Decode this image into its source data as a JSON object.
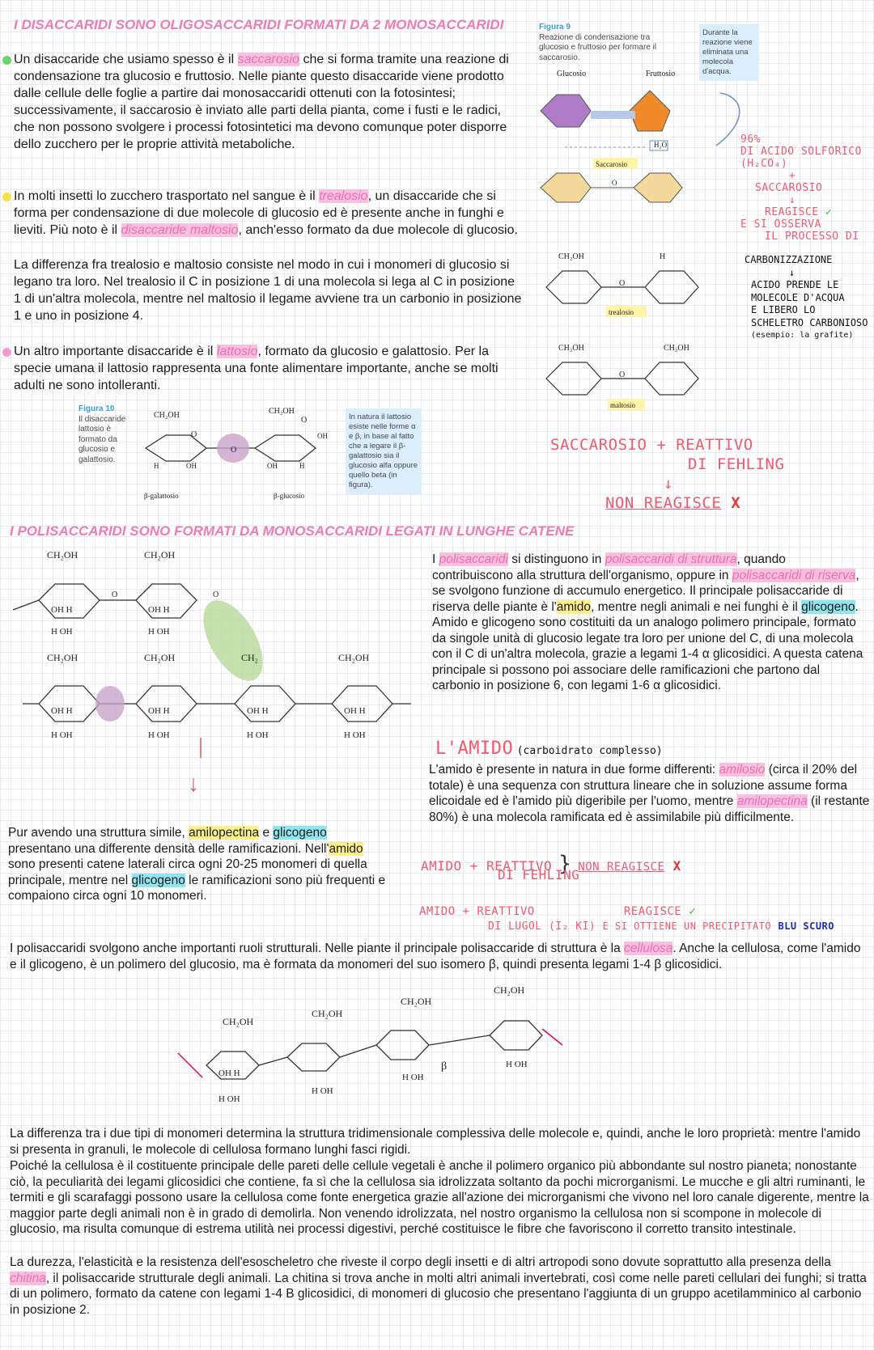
{
  "sec1": {
    "title": "I DISACCARIDI SONO OLIGOSACCARIDI FORMATI DA 2 MONOSACCARIDI",
    "p1": {
      "a": "Un disaccaride che usiamo spesso è il ",
      "t1": "saccarosio",
      "b": " che si forma tramite una reazione di condensazione tra glucosio e fruttosio. Nelle piante questo disaccaride viene prodotto dalle cellule delle foglie a partire dai monosaccaridi ottenuti con la fotosintesi; successivamente, il saccarosio è inviato alle parti della pianta, come i fusti e le radici, che non possono svolgere i processi fotosintetici ma devono comunque poter disporre dello zucchero per le proprie attività metaboliche."
    },
    "p2": {
      "a": "In molti insetti lo zucchero trasportato nel sangue è il ",
      "t1": "trealosio",
      "b": ", un disaccaride che si forma per condensazione di due molecole di glucosio ed è presente anche in funghi e lieviti. Più noto è il ",
      "t2": "disaccaride maltosio",
      "c": ", anch'esso formato da due molecole di glucosio."
    },
    "p3": "La differenza fra trealosio e maltosio consiste nel modo in cui i monomeri di glucosio si legano tra loro. Nel trealosio il C in posizione 1 di una molecola si lega al C in posizione 1 di un'altra molecola, mentre nel maltosio il legame avviene tra un carbonio in posizione 1 e uno in posizione 4.",
    "p4": {
      "a": "Un altro importante disaccaride è il ",
      "t1": "lattosio",
      "b": ", formato da glucosio e galattosio. Per la specie umana il lattosio rappresenta una fonte alimentare importante, anche se molti adulti ne sono intolleranti."
    }
  },
  "fig9": {
    "label": "Figura 9",
    "caption": "Reazione di condensazione tra glucosio e fruttosio per formare il saccarosio.",
    "glucosio": "Glucosio",
    "fruttosio": "Fruttosio",
    "saccarosio": "Saccarosio",
    "water": "H₂O",
    "note": "Durante la reazione viene eliminata una molecola d'acqua."
  },
  "fig10": {
    "label": "Figura 10",
    "caption": "Il disaccaride lattosio è formato da glucosio e galattosio.",
    "galattosio": "β-galattosio",
    "glucosio": "β-glucosio",
    "note": "In natura il lattosio esiste nelle forme α e β, in base al fatto che a legare il β-galattosio sia il glucosio alfa oppure quello beta (in figura)."
  },
  "labels": {
    "trealosio": "trealosio",
    "maltosio": "maltosio"
  },
  "hand1": {
    "l1": "96%",
    "l2": "DI ACIDO SOLFORICO",
    "l3": "(H₂CO₄)",
    "l4": "+",
    "l5": "SACCAROSIO",
    "l6": "↓",
    "l7": "REAGISCE",
    "check": "✓",
    "l8": "E SI OSSERVA",
    "l9": "IL PROCESSO DI",
    "l10": "CARBONIZZAZIONE",
    "l11": "↓",
    "l12": "ACIDO PRENDE LE",
    "l13": "MOLECOLE D'ACQUA",
    "l14": "E LIBERO LO",
    "l15": "SCHELETRO CARBONIOSO",
    "l16": "(esempio: la grafite)"
  },
  "hand2": {
    "l1": "SACCAROSIO + REATTIVO",
    "l2": "DI FEHLING",
    "arrow": "↓",
    "l3": "NON REAGISCE",
    "cross": "X"
  },
  "sec2": {
    "title": "I POLISACCARIDI SONO FORMATI DA MONOSACCARIDI LEGATI IN LUNGHE CATENE",
    "p1": {
      "t1": "polisaccaridi",
      "a": " si distinguono in ",
      "t2": "polisaccaridi di struttura",
      "b": ", quando contribuiscono alla struttura dell'organismo, oppure in ",
      "t3": "polisaccaridi di riserva",
      "c": ", se svolgono funzione di accumulo energetico. Il principale polisaccaride di riserva delle piante è l'",
      "amido": "amido",
      "d": ", mentre negli animali e nei funghi è il ",
      "glicogeno": "glicogeno",
      "e": ". Amido e glicogeno sono costituiti da un analogo polimero principale, formato da singole unità di glucosio legate tra loro per unione del C, di una molecola con il C di un'altra molecola, grazie a legami 1-4 α glicosidici. A questa catena principale si possono poi associare delle ramificazioni che partono dal carbonio in posizione 6, con legami 1-6 α glicosidici.",
      "I": "I "
    },
    "amido_title": "L'AMIDO",
    "amido_sub": "(carboidrato complesso)",
    "p2": {
      "a": "L'amido è presente in natura in due forme differenti: ",
      "t1": "amilosio",
      "b": " (circa il 20% del totale) è una sequenza con struttura lineare che in soluzione assume forma elicoidale ed è l'amido più digeribile per l'uomo, mentre ",
      "t2": "amilopectina",
      "c": " (il restante 80%) è una molecola ramificata ed è assimilabile più difficilmente."
    },
    "p3": {
      "a": "Pur avendo una struttura simile, ",
      "amilo": "amilopectina",
      "b": " e ",
      "glic": "glicogeno",
      "c": " presentano una differente densità delle ramificazioni. Nell'",
      "amido": "amido",
      "d": " sono presenti catene laterali circa ogni 20-25 monomeri di quella principale, mentre nel ",
      "glic2": "glicogeno",
      "e": " le ramificazioni sono più frequenti e compaiono circa ogni 10 monomeri."
    },
    "hand3": {
      "l1": "AMIDO + REATTIVO",
      "l2": "DI FEHLING",
      "r": "NON REAGISCE",
      "cross": "X"
    },
    "hand4": {
      "l1": "AMIDO + REATTIVO",
      "l2": "DI LUGOL (I₂ KI)",
      "r1": "REAGISCE",
      "check": "✓",
      "r2": "E SI OTTIENE UN PRECIPITATO",
      "r3": "BLU SCURO"
    },
    "p4": {
      "a": "I polisaccaridi svolgono anche importanti ruoli strutturali. Nelle piante il principale polisaccaride di struttura è la ",
      "t1": "cellulosa",
      "b": ". Anche la cellulosa, come l'amido e il glicogeno, è un polimero del glucosio, ma è formata da monomeri del suo isomero β, quindi presenta legami 1-4 β glicosidici."
    },
    "p5": "La differenza tra i due tipi di monomeri determina la struttura tridimensionale complessiva delle molecole e, quindi, anche le loro proprietà: mentre l'amido si presenta in granuli, le molecole di cellulosa formano lunghi fasci rigidi.",
    "p6": "Poiché la cellulosa è il costituente principale delle pareti delle cellule vegetali è anche il polimero organico più abbondante sul nostro pianeta; nonostante ciò, la peculiarità dei legami glicosidici che contiene, fa sì che la cellulosa sia idrolizzata soltanto da pochi microrganismi. Le mucche e gli altri ruminanti, le termiti e gli scarafaggi possono usare la cellulosa come fonte energetica grazie all'azione dei microrganismi che vivono nel loro canale digerente, mentre la maggior parte degli animali non è in grado di demolirla. Non venendo idrolizzata, nel nostro organismo la cellulosa non si scompone in molecole di glucosio, ma risulta comunque di estrema utilità nei processi digestivi, perché costituisce le fibre che favoriscono il corretto transito intestinale.",
    "p7": {
      "a": "La durezza, l'elasticità e la resistenza dell'esoscheletro che riveste il corpo degli insetti e di altri artropodi sono dovute soprattutto alla presenza della ",
      "t1": "chitina",
      "b": ", il polisaccaride strutturale degli animali. La chitina si trova anche in molti altri animali invertebrati, così come nelle pareti cellulari dei funghi; si tratta di un polimero, formato da catene con legami 1-4 B glicosidici, di monomeri di glucosio che presentano l'aggiunta di un gruppo acetilamminico al carbonio in posizione 2."
    }
  },
  "colors": {
    "title_pink": "#ef7cb0",
    "highlight_pink": "#f9bfe0",
    "highlight_yellow": "#fbef8c",
    "highlight_cyan": "#8fe6ef",
    "dot_green": "#6fd06f",
    "dot_yellow": "#f6e247",
    "dot_pink": "#f59ad0"
  }
}
